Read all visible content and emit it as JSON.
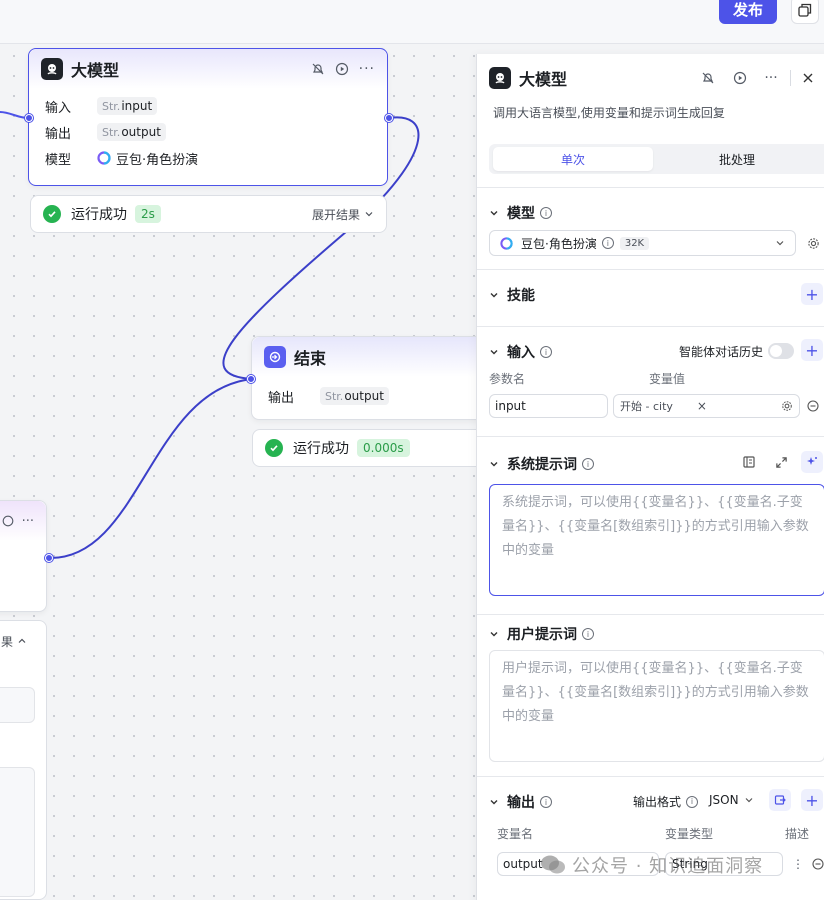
{
  "topbar": {
    "publish_label": "发布",
    "copy_icon": "copy-icon"
  },
  "llm_node": {
    "title": "大模型",
    "rows": [
      {
        "key": "输入",
        "type": "Str.",
        "value": "input"
      },
      {
        "key": "输出",
        "type": "Str.",
        "value": "output"
      },
      {
        "key": "模型",
        "value": "豆包·角色扮演"
      }
    ],
    "status": {
      "text": "运行成功",
      "duration": "2s",
      "expand_label": "展开结果"
    }
  },
  "end_node": {
    "title": "结束",
    "row": {
      "key": "输出",
      "type": "Str.",
      "value": "output"
    },
    "status": {
      "text": "运行成功",
      "duration": "0.000s"
    }
  },
  "partial_node": {
    "more": "···",
    "result_fragment": "果"
  },
  "panel": {
    "title": "大模型",
    "description": "调用大语言模型,使用变量和提示词生成回复",
    "tabs": [
      "单次",
      "批处理"
    ],
    "model_section": {
      "title": "模型",
      "model_name": "豆包·角色扮演",
      "context": "32K"
    },
    "skills_section": {
      "title": "技能"
    },
    "input_section": {
      "title": "输入",
      "history_label": "智能体对话历史",
      "col_name": "参数名",
      "col_value": "变量值",
      "param_name": "input",
      "param_value": "开始 - city"
    },
    "system_prompt": {
      "title": "系统提示词",
      "placeholder": "系统提示词，可以使用{{变量名}}、{{变量名.子变量名}}、{{变量名[数组索引]}}的方式引用输入参数中的变量"
    },
    "user_prompt": {
      "title": "用户提示词",
      "placeholder": "用户提示词，可以使用{{变量名}}、{{变量名.子变量名}}、{{变量名[数组索引]}}的方式引用输入参数中的变量"
    },
    "output_section": {
      "title": "输出",
      "format_label": "输出格式",
      "format_value": "JSON",
      "col_name": "变量名",
      "col_type": "变量类型",
      "col_desc": "描述",
      "var_name": "output",
      "var_type": "String"
    }
  },
  "watermark": "公众号 · 知识追面洞察",
  "colors": {
    "accent": "#4d53e8",
    "success": "#26b351"
  }
}
